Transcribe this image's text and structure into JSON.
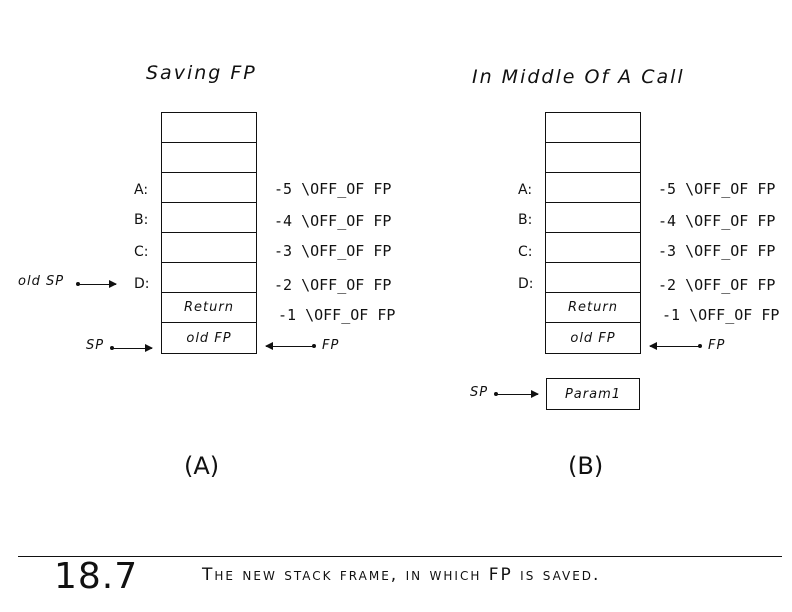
{
  "diagram_a": {
    "title": "Saving FP",
    "label": "(A)",
    "cells": [
      "",
      "",
      "",
      "",
      "",
      "",
      "Return",
      "old FP"
    ],
    "row_labels": [
      "A:",
      "B:",
      "C:",
      "D:"
    ],
    "offsets": [
      "-5 \\OFF_OF FP",
      "-4 \\OFF_OF FP",
      "-3 \\OFF_OF FP",
      "-2 \\OFF_OF FP",
      "-1 \\OFF_OF FP"
    ],
    "old_sp": "old SP",
    "sp": "SP",
    "fp": "FP"
  },
  "diagram_b": {
    "title": "In Middle Of A Call",
    "label": "(B)",
    "cells": [
      "",
      "",
      "",
      "",
      "",
      "",
      "Return",
      "old FP"
    ],
    "row_labels": [
      "A:",
      "B:",
      "C:",
      "D:"
    ],
    "offsets": [
      "-5 \\OFF_OF FP",
      "-4 \\OFF_OF FP",
      "-3 \\OFF_OF FP",
      "-2 \\OFF_OF FP",
      "-1 \\OFF_OF FP"
    ],
    "param": "Param1",
    "sp": "SP",
    "fp": "FP"
  },
  "caption": {
    "number": "18.7",
    "text": "The new stack frame, in which FP is saved."
  }
}
